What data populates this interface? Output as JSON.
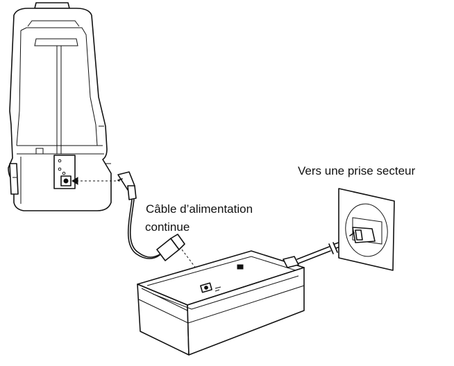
{
  "labels": {
    "outlet": "Vers une prise secteur",
    "dc_cable_line1": "Câble d’alimentation",
    "dc_cable_line2": "continue"
  }
}
